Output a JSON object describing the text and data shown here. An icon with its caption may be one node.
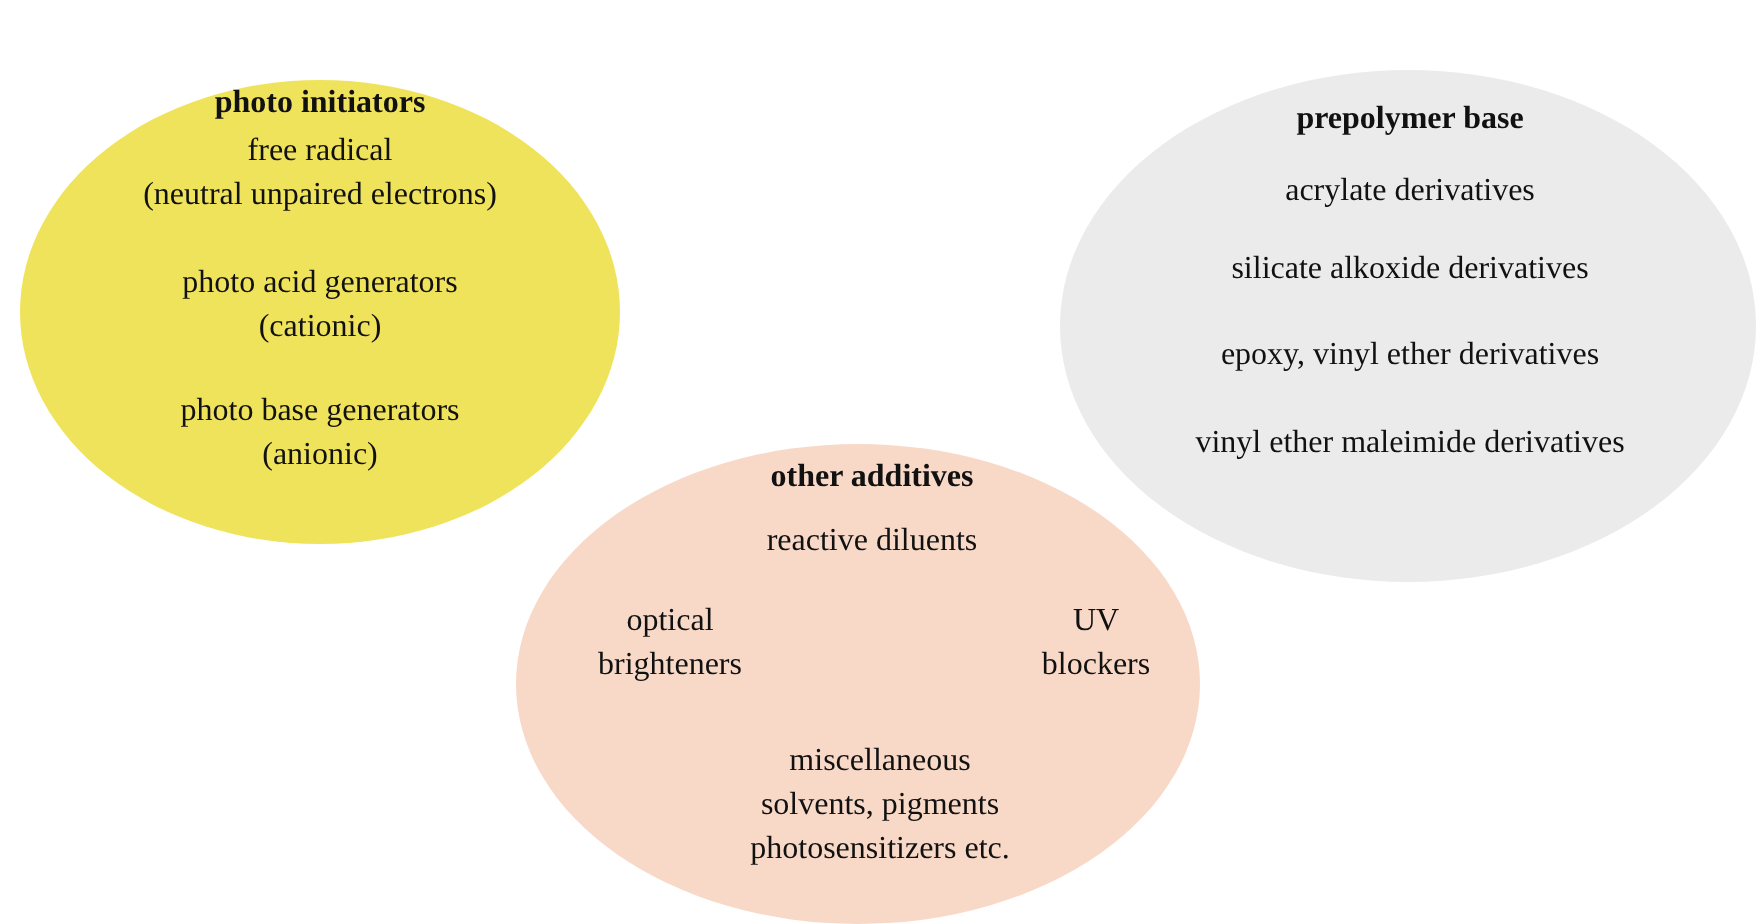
{
  "diagram": {
    "nodes": [
      {
        "text": [
          "photo initiators",
          "free radical (neutral unpaired electrons)",
          "photo acid generators (cationic)",
          "photo base generators (anionic)"
        ]
      },
      {
        "text": [
          "prepolymer base",
          "acrylate derivatives",
          "silicate alkoxide derivatives",
          "epoxy, vinyl ether derivatives",
          "vinyl ether maleimide derivatives"
        ]
      },
      {
        "text": [
          "other additives",
          "reactive diluents",
          "optical brighteners",
          "UV blockers",
          "miscellaneous solvents, pigments photosensitizers etc."
        ]
      }
    ]
  }
}
